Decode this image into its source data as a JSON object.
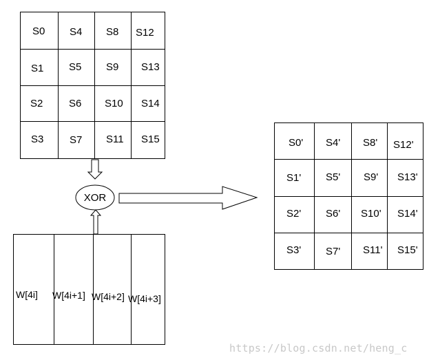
{
  "input_state": [
    [
      "S0",
      "S4",
      "S8",
      "S12"
    ],
    [
      "S1",
      "S5",
      "S9",
      "S13"
    ],
    [
      "S2",
      "S6",
      "S10",
      "S14"
    ],
    [
      "S3",
      "S7",
      "S11",
      "S15"
    ]
  ],
  "round_key_words": [
    "W[4i]",
    "W[4i+1]",
    "W[4i+2]",
    "W[4i+3]"
  ],
  "operation": "XOR",
  "output_state": [
    [
      "S0'",
      "S4'",
      "S8'",
      "S12'"
    ],
    [
      "S1'",
      "S5'",
      "S9'",
      "S13'"
    ],
    [
      "S2'",
      "S6'",
      "S10'",
      "S14'"
    ],
    [
      "S3'",
      "S7'",
      "S11'",
      "S15'"
    ]
  ],
  "watermark": "https://blog.csdn.net/heng_c"
}
